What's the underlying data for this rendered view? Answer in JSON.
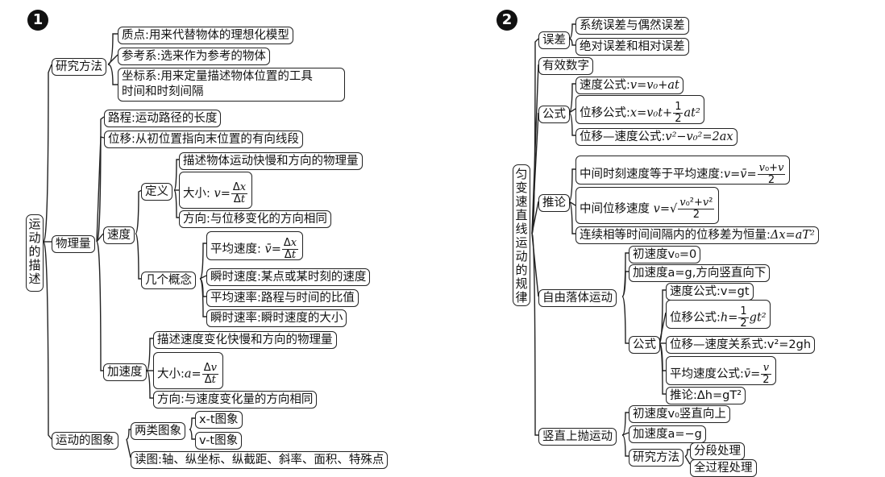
{
  "badges": {
    "left": "1",
    "right": "2"
  },
  "left": {
    "root": "运动的描述",
    "research": {
      "label": "研究方法",
      "items": [
        "质点:用来代替物体的理想化模型",
        "参考系:选来作为参考的物体",
        "坐标系:用来定量描述物体位置的工具",
        "时间和时刻间隔"
      ]
    },
    "quantity": {
      "label": "物理量",
      "path": "路程:运动路径的长度",
      "displacement": "位移:从初位置指向末位置的有向线段"
    },
    "velocity": {
      "label": "速度",
      "def_label": "定义",
      "def_text": "描述物体运动快慢和方向的物理量",
      "size_label": "大小:",
      "size_v": "v",
      "dir": "方向:与位移变化的方向相同",
      "concepts_label": "几个概念",
      "avg_label": "平均速度:",
      "instant": "瞬时速度:某点或某时刻的速度",
      "avg_rate": "平均速率:路程与时间的比值",
      "inst_rate": "瞬时速率:瞬时速度的大小"
    },
    "accel": {
      "label": "加速度",
      "desc": "描述速度变化快慢和方向的物理量",
      "size_label": "大小:",
      "dir": "方向:与速度变化量的方向相同"
    },
    "graphs": {
      "label": "运动的图象",
      "two_label": "两类图象",
      "xt": "x-t图象",
      "vt": "v-t图象",
      "read": "读图:轴、纵坐标、纵截距、斜率、面积、特殊点"
    }
  },
  "right": {
    "root": "匀变速直线运动的规律",
    "error": {
      "label": "误差",
      "items": [
        "系统误差与偶然误差",
        "绝对误差和相对误差"
      ]
    },
    "sigfig": "有效数字",
    "formula": {
      "label": "公式",
      "vel": "速度公式:",
      "vel_f": "v=v₀+at",
      "disp": "位移公式:",
      "disp_f": "x=v₀t+",
      "disp_t": "at²",
      "vd": "位移—速度公式:",
      "vd_f": "v²−v₀²=2ax"
    },
    "infer": {
      "label": "推论",
      "mid_time": "中间时刻速度等于平均速度:",
      "mid_pos": "中间位移速度",
      "consec": "连续相等时间间隔内的位移差为恒量:",
      "consec_f": "Δx=aT²"
    },
    "freefall": {
      "label": "自由落体运动",
      "init": "初速度v₀=0",
      "acc": "加速度a=g,方向竖直向下",
      "formula_label": "公式",
      "vel": "速度公式:v=gt",
      "disp": "位移公式:",
      "disp_f": "h=",
      "disp_t": "gt²",
      "vd": "位移—速度关系式:v²=2gh",
      "avg": "平均速度公式:",
      "avg_f": "v̄=",
      "infer": "推论:Δh=gT²"
    },
    "vertical": {
      "label": "竖直上抛运动",
      "init": "初速度v₀竖直向上",
      "acc": "加速度a=−g",
      "method_label": "研究方法",
      "method1": "分段处理",
      "method2": "全过程处理"
    }
  }
}
